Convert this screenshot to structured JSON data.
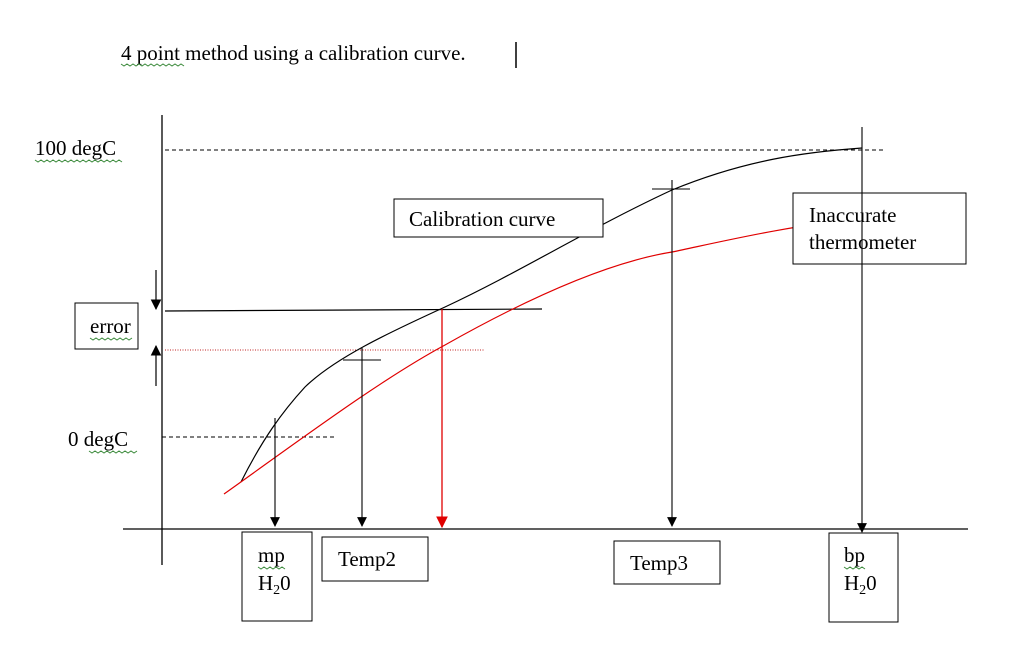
{
  "document": {
    "title_text": "4 point method using a calibration curve."
  },
  "diagram": {
    "labels": {
      "y_top": "100 degC",
      "y_zero": "0 degC",
      "error": "error",
      "calibration_curve": "Calibration curve",
      "inaccurate_line1": "Inaccurate",
      "inaccurate_line2": "thermometer",
      "temp2": "Temp2",
      "temp3": "Temp3",
      "mp_line1": "mp",
      "mp_h": "H",
      "mp_sub": "2",
      "mp_o": "0",
      "bp_line1": "bp",
      "bp_h": "H",
      "bp_sub": "2",
      "bp_o": "0"
    },
    "colors": {
      "calibration_curve": "#000000",
      "inaccurate_curve": "#e00000",
      "construction_arrow": "#e00000",
      "axes": "#000000",
      "spellcheck_underline": "#3b8a3b"
    }
  }
}
